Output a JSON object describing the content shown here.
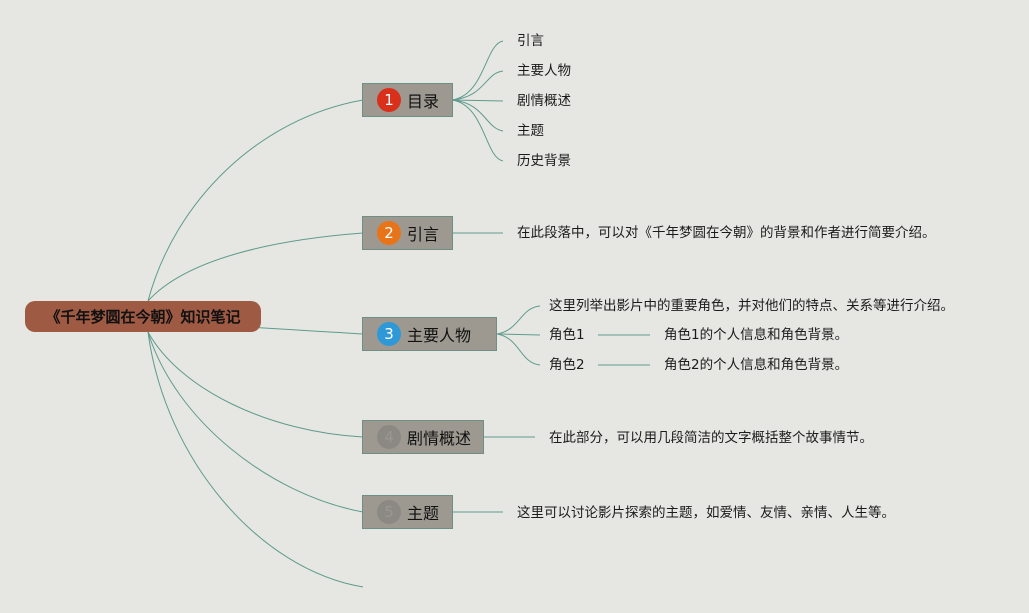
{
  "root": {
    "title": "《千年梦圆在今朝》知识笔记"
  },
  "colors": {
    "root_bg": "#9e5a43",
    "branch_bg": "#9d9991",
    "line": "#5f9b8c",
    "badge_1": "#d9301c",
    "badge_2": "#e8741a",
    "badge_3": "#2f98d6",
    "badge_4": "#8c8984",
    "badge_5": "#8c8984"
  },
  "branches": [
    {
      "number": "1",
      "label": "目录",
      "badge_color": "#d9301c",
      "children": [
        "引言",
        "主要人物",
        "剧情概述",
        "主题",
        "历史背景"
      ]
    },
    {
      "number": "2",
      "label": "引言",
      "badge_color": "#e8741a",
      "children": [
        "在此段落中，可以对《千年梦圆在今朝》的背景和作者进行简要介绍。"
      ]
    },
    {
      "number": "3",
      "label": "主要人物",
      "badge_color": "#2f98d6",
      "children": [
        "这里列举出影片中的重要角色，并对他们的特点、关系等进行介绍。",
        "角色1",
        "角色2"
      ],
      "sub_details": [
        "角色1的个人信息和角色背景。",
        "角色2的个人信息和角色背景。"
      ]
    },
    {
      "number": "4",
      "label": "剧情概述",
      "badge_color": "#8c8984",
      "children": [
        "在此部分，可以用几段简洁的文字概括整个故事情节。"
      ]
    },
    {
      "number": "5",
      "label": "主题",
      "badge_color": "#8c8984",
      "children": [
        "这里可以讨论影片探索的主题，如爱情、友情、亲情、人生等。"
      ]
    }
  ]
}
